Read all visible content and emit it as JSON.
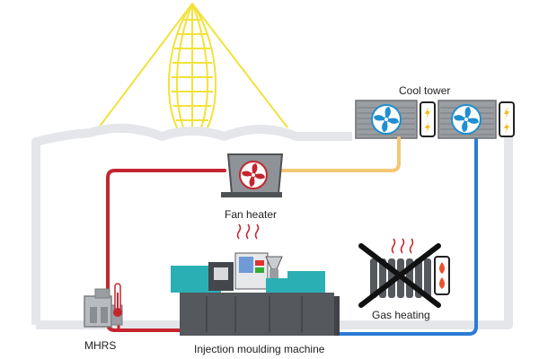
{
  "labels": {
    "cool_tower": "Cool tower",
    "fan_heater": "Fan heater",
    "mhrs": "MHRS",
    "gas_heating": "Gas heating",
    "machine": "Injection moulding machine"
  },
  "colors": {
    "building_outline": "#e4e6ea",
    "solar": "#f2e23a",
    "hot_pipe": "#c4262e",
    "warm_pipe": "#f4c774",
    "cold_pipe": "#2b7bd4",
    "fan_blade_red": "#c4262e",
    "fan_blade_blue": "#1f8fd0",
    "machine_grey": "#55585d",
    "machine_teal": "#2ab0b4",
    "unit_grey": "#9a9da1",
    "cross": "#111111",
    "heat_wave": "#c4262e",
    "lightning": "#f2c01e",
    "flame": "#e8522a"
  },
  "icons": [
    "solar-rays-icon",
    "fan-icon",
    "thermometer-icon",
    "flame-icon",
    "lightning-icon",
    "heat-wave-icon",
    "cross-icon"
  ]
}
